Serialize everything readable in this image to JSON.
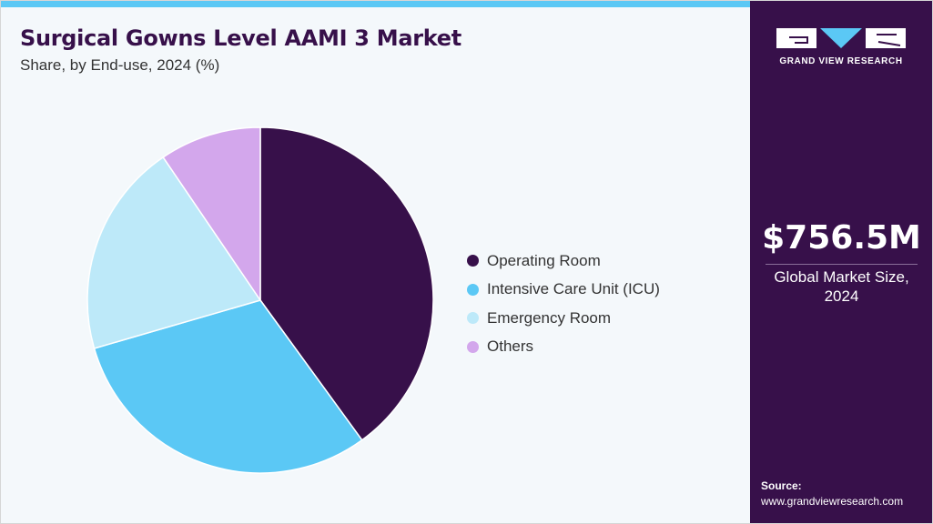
{
  "header": {
    "title": "Surgical Gowns Level AAMI 3 Market",
    "subtitle": "Share, by End-use, 2024 (%)"
  },
  "chart_data": {
    "type": "pie",
    "title": "Surgical Gowns Level AAMI 3 Market",
    "subtitle": "Share, by End-use, 2024 (%)",
    "categories": [
      "Operating Room",
      "Intensive Care Unit (ICU)",
      "Emergency Room",
      "Others"
    ],
    "values": [
      40.0,
      30.5,
      20.0,
      9.5
    ],
    "colors": [
      "#37104a",
      "#5bc8f5",
      "#bde9f9",
      "#d3a7ec"
    ],
    "start_angle_deg": 0,
    "direction": "clockwise",
    "legend_position": "right"
  },
  "legend": {
    "items": [
      {
        "label": "Operating Room",
        "color": "#37104a"
      },
      {
        "label": "Intensive Care Unit (ICU)",
        "color": "#5bc8f5"
      },
      {
        "label": "Emergency Room",
        "color": "#bde9f9"
      },
      {
        "label": "Others",
        "color": "#d3a7ec"
      }
    ]
  },
  "side_panel": {
    "logo_text": "GRAND VIEW RESEARCH",
    "market_size": "$756.5M",
    "market_caption_line1": "Global Market Size,",
    "market_caption_line2": "2024",
    "source_label": "Source:",
    "source_url": "www.grandviewresearch.com"
  },
  "colors": {
    "accent_bar": "#5bc8f5",
    "panel_bg": "#37104a",
    "title_color": "#37104a",
    "logo_chevron": "#5bc8f5"
  }
}
